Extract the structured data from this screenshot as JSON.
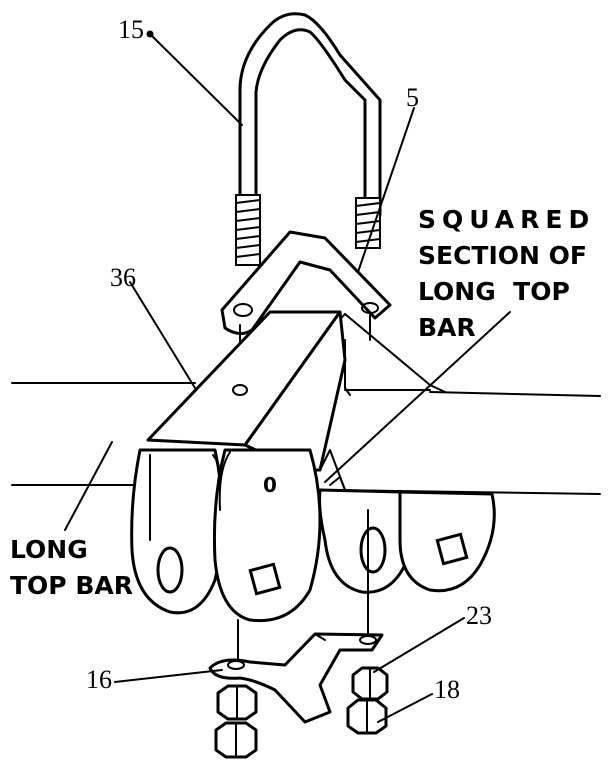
{
  "callouts": {
    "c15": "15",
    "c5": "5",
    "c36": "36",
    "c23": "23",
    "c16": "16",
    "c18": "18"
  },
  "labels": {
    "squared_section": [
      "SQUARED",
      "SECTION OF",
      "LONG  TOP",
      "BAR"
    ],
    "long_top_bar": [
      "LONG",
      "TOP BAR"
    ],
    "bracket_mark": "0"
  }
}
